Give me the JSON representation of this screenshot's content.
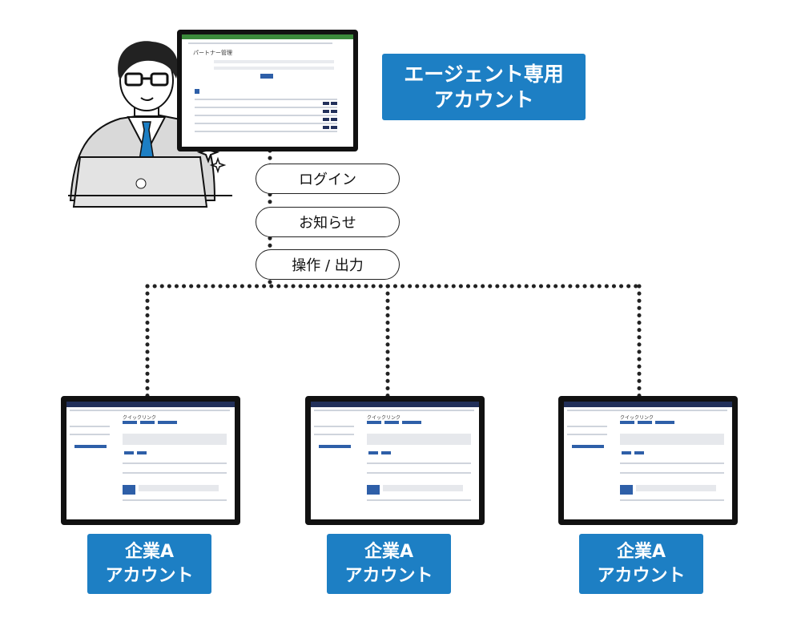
{
  "agent": {
    "badge_line1": "エージェント専用",
    "badge_line2": "アカウント",
    "screen_title": "パートナー管理"
  },
  "actions": [
    {
      "label": "ログイン"
    },
    {
      "label": "お知らせ"
    },
    {
      "label": "操作 / 出力"
    }
  ],
  "companies": [
    {
      "line1": "企業A",
      "line2": "アカウント",
      "screen_title": "クイックリンク"
    },
    {
      "line1": "企業A",
      "line2": "アカウント",
      "screen_title": "クイックリンク"
    },
    {
      "line1": "企業A",
      "line2": "アカウント",
      "screen_title": "クイックリンク"
    }
  ],
  "colors": {
    "badge_blue": "#1d7fc4",
    "connector": "#222222",
    "tie_blue": "#1d7fc4"
  }
}
